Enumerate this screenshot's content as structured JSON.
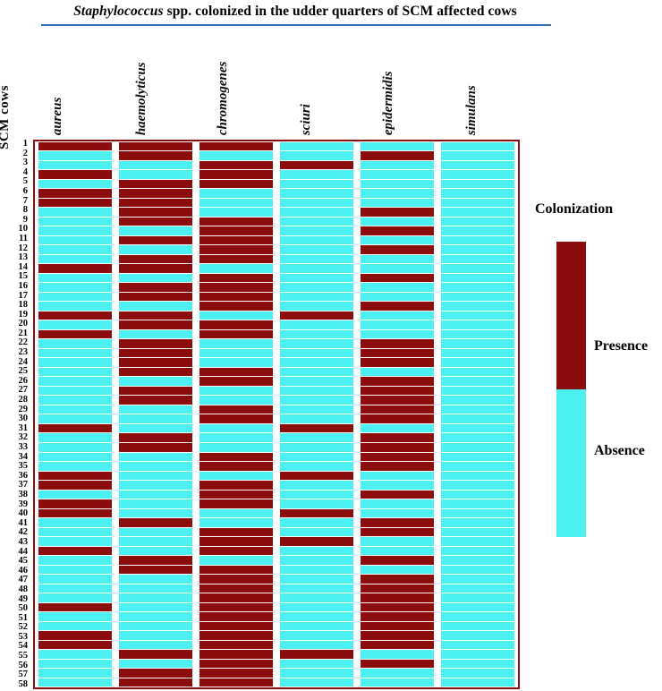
{
  "title": {
    "genus": "Staphylococcus",
    "rest": " spp. colonized in the udder quarters of  SCM affected cows",
    "full": "Staphylococcus spp. colonized in the udder quarters of SCM affected cows",
    "rule_color": "#2f6fba"
  },
  "axes": {
    "y_label": "SCM  cows",
    "columns": [
      "S. aureus",
      "S. haemolyticus",
      "S. chromogenes",
      "S. sciuri",
      "S. epidermidis",
      "S. simulans"
    ]
  },
  "legend": {
    "title": "Colonization",
    "presence_label": "Presence",
    "absence_label": "Absence",
    "presence_color": "#8b0d0d",
    "absence_color": "#4cf0f0"
  },
  "chart_data": {
    "type": "heatmap",
    "title": "Staphylococcus spp. colonized in the udder quarters of SCM affected cows",
    "xlabel": "",
    "ylabel": "SCM  cows",
    "grid": false,
    "legend_position": "right",
    "value_labels": {
      "1": "Presence",
      "0": "Absence"
    },
    "colors": {
      "1": "#8b0d0d",
      "0": "#4cf0f0"
    },
    "x_categories": [
      "S. aureus",
      "S. haemolyticus",
      "S. chromogenes",
      "S. sciuri",
      "S. epidermidis",
      "S. simulans"
    ],
    "y_categories": [
      "1",
      "2",
      "3",
      "4",
      "5",
      "6",
      "7",
      "8",
      "9",
      "10",
      "11",
      "12",
      "13",
      "14",
      "15",
      "16",
      "17",
      "18",
      "19",
      "20",
      "21",
      "22",
      "23",
      "24",
      "25",
      "26",
      "27",
      "28",
      "29",
      "30",
      "31",
      "32",
      "33",
      "34",
      "35",
      "36",
      "37",
      "38",
      "39",
      "40",
      "41",
      "42",
      "43",
      "44",
      "45",
      "46",
      "47",
      "48",
      "49",
      "50",
      "51",
      "52",
      "53",
      "54",
      "55",
      "56",
      "57",
      "58"
    ],
    "values": [
      [
        1,
        1,
        1,
        0,
        0,
        0
      ],
      [
        0,
        1,
        0,
        0,
        1,
        0
      ],
      [
        0,
        0,
        1,
        1,
        0,
        0
      ],
      [
        1,
        0,
        1,
        0,
        0,
        0
      ],
      [
        0,
        1,
        1,
        0,
        0,
        0
      ],
      [
        1,
        1,
        0,
        0,
        0,
        0
      ],
      [
        1,
        1,
        0,
        0,
        0,
        0
      ],
      [
        0,
        1,
        0,
        0,
        1,
        0
      ],
      [
        0,
        1,
        1,
        0,
        0,
        0
      ],
      [
        0,
        0,
        1,
        0,
        1,
        0
      ],
      [
        0,
        1,
        1,
        0,
        0,
        0
      ],
      [
        0,
        0,
        1,
        0,
        1,
        0
      ],
      [
        0,
        1,
        1,
        0,
        0,
        0
      ],
      [
        1,
        1,
        0,
        0,
        0,
        0
      ],
      [
        0,
        0,
        1,
        0,
        1,
        0
      ],
      [
        0,
        1,
        1,
        0,
        0,
        0
      ],
      [
        0,
        1,
        1,
        0,
        0,
        0
      ],
      [
        0,
        0,
        1,
        0,
        1,
        0
      ],
      [
        1,
        1,
        0,
        1,
        0,
        0
      ],
      [
        0,
        1,
        1,
        0,
        0,
        0
      ],
      [
        1,
        0,
        1,
        0,
        0,
        0
      ],
      [
        0,
        1,
        0,
        0,
        1,
        0
      ],
      [
        0,
        1,
        0,
        0,
        1,
        0
      ],
      [
        0,
        1,
        0,
        0,
        1,
        0
      ],
      [
        0,
        1,
        1,
        0,
        0,
        0
      ],
      [
        0,
        0,
        1,
        0,
        1,
        0
      ],
      [
        0,
        1,
        0,
        0,
        1,
        0
      ],
      [
        0,
        1,
        0,
        0,
        1,
        0
      ],
      [
        0,
        0,
        1,
        0,
        1,
        0
      ],
      [
        0,
        0,
        1,
        0,
        1,
        0
      ],
      [
        1,
        0,
        0,
        1,
        0,
        0
      ],
      [
        0,
        1,
        0,
        0,
        1,
        0
      ],
      [
        0,
        1,
        0,
        0,
        1,
        0
      ],
      [
        0,
        0,
        1,
        0,
        1,
        0
      ],
      [
        0,
        0,
        1,
        0,
        1,
        0
      ],
      [
        1,
        0,
        0,
        1,
        0,
        0
      ],
      [
        1,
        0,
        1,
        0,
        0,
        0
      ],
      [
        0,
        0,
        1,
        0,
        1,
        0
      ],
      [
        1,
        0,
        1,
        0,
        0,
        0
      ],
      [
        1,
        0,
        0,
        1,
        0,
        0
      ],
      [
        0,
        1,
        0,
        0,
        1,
        0
      ],
      [
        0,
        0,
        1,
        0,
        1,
        0
      ],
      [
        0,
        0,
        1,
        1,
        0,
        0
      ],
      [
        1,
        0,
        1,
        0,
        0,
        0
      ],
      [
        0,
        1,
        0,
        0,
        1,
        0
      ],
      [
        0,
        1,
        1,
        0,
        0,
        0
      ],
      [
        0,
        0,
        1,
        0,
        1,
        0
      ],
      [
        0,
        0,
        1,
        0,
        1,
        0
      ],
      [
        0,
        0,
        1,
        0,
        1,
        0
      ],
      [
        1,
        0,
        1,
        0,
        1,
        0
      ],
      [
        0,
        0,
        1,
        0,
        1,
        0
      ],
      [
        0,
        0,
        1,
        0,
        1,
        0
      ],
      [
        1,
        0,
        1,
        0,
        1,
        0
      ],
      [
        1,
        0,
        1,
        0,
        1,
        0
      ],
      [
        0,
        1,
        1,
        1,
        0,
        0
      ],
      [
        0,
        0,
        1,
        0,
        1,
        0
      ],
      [
        0,
        1,
        1,
        0,
        0,
        0
      ],
      [
        0,
        1,
        1,
        0,
        0,
        0
      ]
    ]
  }
}
